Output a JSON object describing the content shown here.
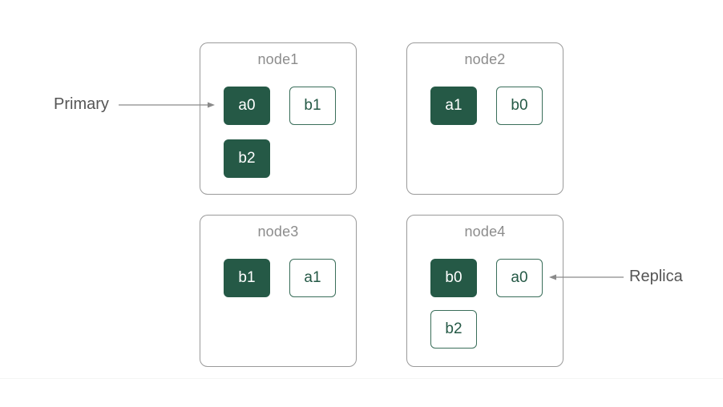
{
  "legend": {
    "primary_label": "Primary",
    "replica_label": "Replica"
  },
  "colors": {
    "primary_fill": "#255946",
    "replica_border": "#3a6e5a",
    "node_border": "#9a9a9a",
    "node_title": "#8c8c8c",
    "arrow": "#8a8a8a"
  },
  "nodes": [
    {
      "title": "node1",
      "shards": [
        {
          "label": "a0",
          "role": "primary"
        },
        {
          "label": "b1",
          "role": "replica"
        },
        {
          "label": "b2",
          "role": "primary"
        }
      ]
    },
    {
      "title": "node2",
      "shards": [
        {
          "label": "a1",
          "role": "primary"
        },
        {
          "label": "b0",
          "role": "replica"
        }
      ]
    },
    {
      "title": "node3",
      "shards": [
        {
          "label": "b1",
          "role": "primary"
        },
        {
          "label": "a1",
          "role": "replica"
        }
      ]
    },
    {
      "title": "node4",
      "shards": [
        {
          "label": "b0",
          "role": "primary"
        },
        {
          "label": "a0",
          "role": "replica"
        },
        {
          "label": "b2",
          "role": "replica"
        }
      ]
    }
  ]
}
